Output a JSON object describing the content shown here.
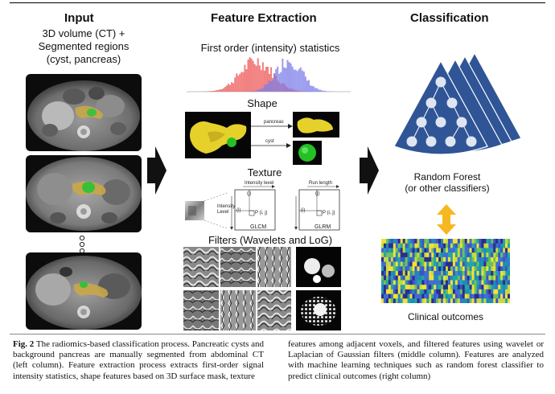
{
  "columns": {
    "input": {
      "title": "Input",
      "subtitle_lines": [
        "3D volume (CT) +",
        "Segmented regions",
        "(cyst, pancreas)"
      ]
    },
    "feature_extraction": {
      "title": "Feature Extraction",
      "sections": {
        "first_order": "First order (intensity) statistics",
        "shape": "Shape",
        "texture": "Texture",
        "filters": "Filters (Wavelets and LoG)"
      },
      "shape_labels": {
        "pancreas": "pancreas",
        "cyst": "cyst"
      },
      "texture_labels": {
        "intensity_level_top": "Intensity level",
        "intensity_level_side": "Intensity\nLevel",
        "run_length": "Run length",
        "glcm": "GLCM",
        "glrm": "GLRM",
        "i": "(i)",
        "j": "(j)",
        "p_ij": "P (i, j)"
      }
    },
    "classification": {
      "title": "Classification",
      "model_lines": [
        "Random Forest",
        "(or other classifiers)"
      ],
      "outcome_label": "Clinical outcomes"
    }
  },
  "caption": {
    "label": "Fig. 2",
    "left_text": "The radiomics-based classification process. Pancreatic cysts and background pancreas are manually segmented from abdominal CT (left column). Feature extraction process extracts first-order signal intensity statistics, shape features based on 3D surface mask, texture",
    "right_text": "features among adjacent voxels, and filtered features using wavelet or Laplacian of Gaussian filters (middle column). Features are analyzed with machine learning techniques such as random forest classifier to predict clinical outcomes (right column)"
  },
  "colors": {
    "forest_blue": "#2f5596",
    "node_fill": "#dfe6f2",
    "gold": "#f5b820",
    "hist_red": "#f06a6a",
    "hist_blue": "#7b7ce8",
    "shape_yellow": "#e6d02a",
    "cyst_green": "#25c025"
  }
}
